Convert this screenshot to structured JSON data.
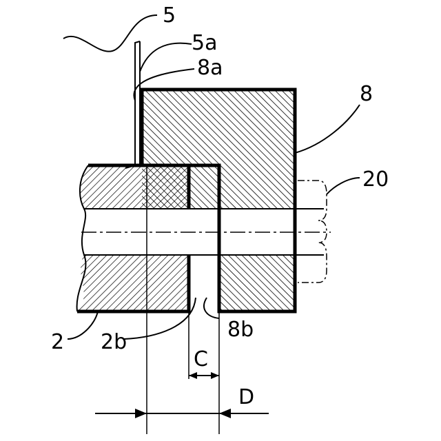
{
  "labels": {
    "part5": "5",
    "part5a": "5a",
    "part8a": "8a",
    "part8": "8",
    "part20": "20",
    "part2": "2",
    "part2b": "2b",
    "part8b": "8b",
    "dimC": "C",
    "dimD": "D"
  },
  "colors": {
    "line": "#000000",
    "background": "#ffffff"
  }
}
